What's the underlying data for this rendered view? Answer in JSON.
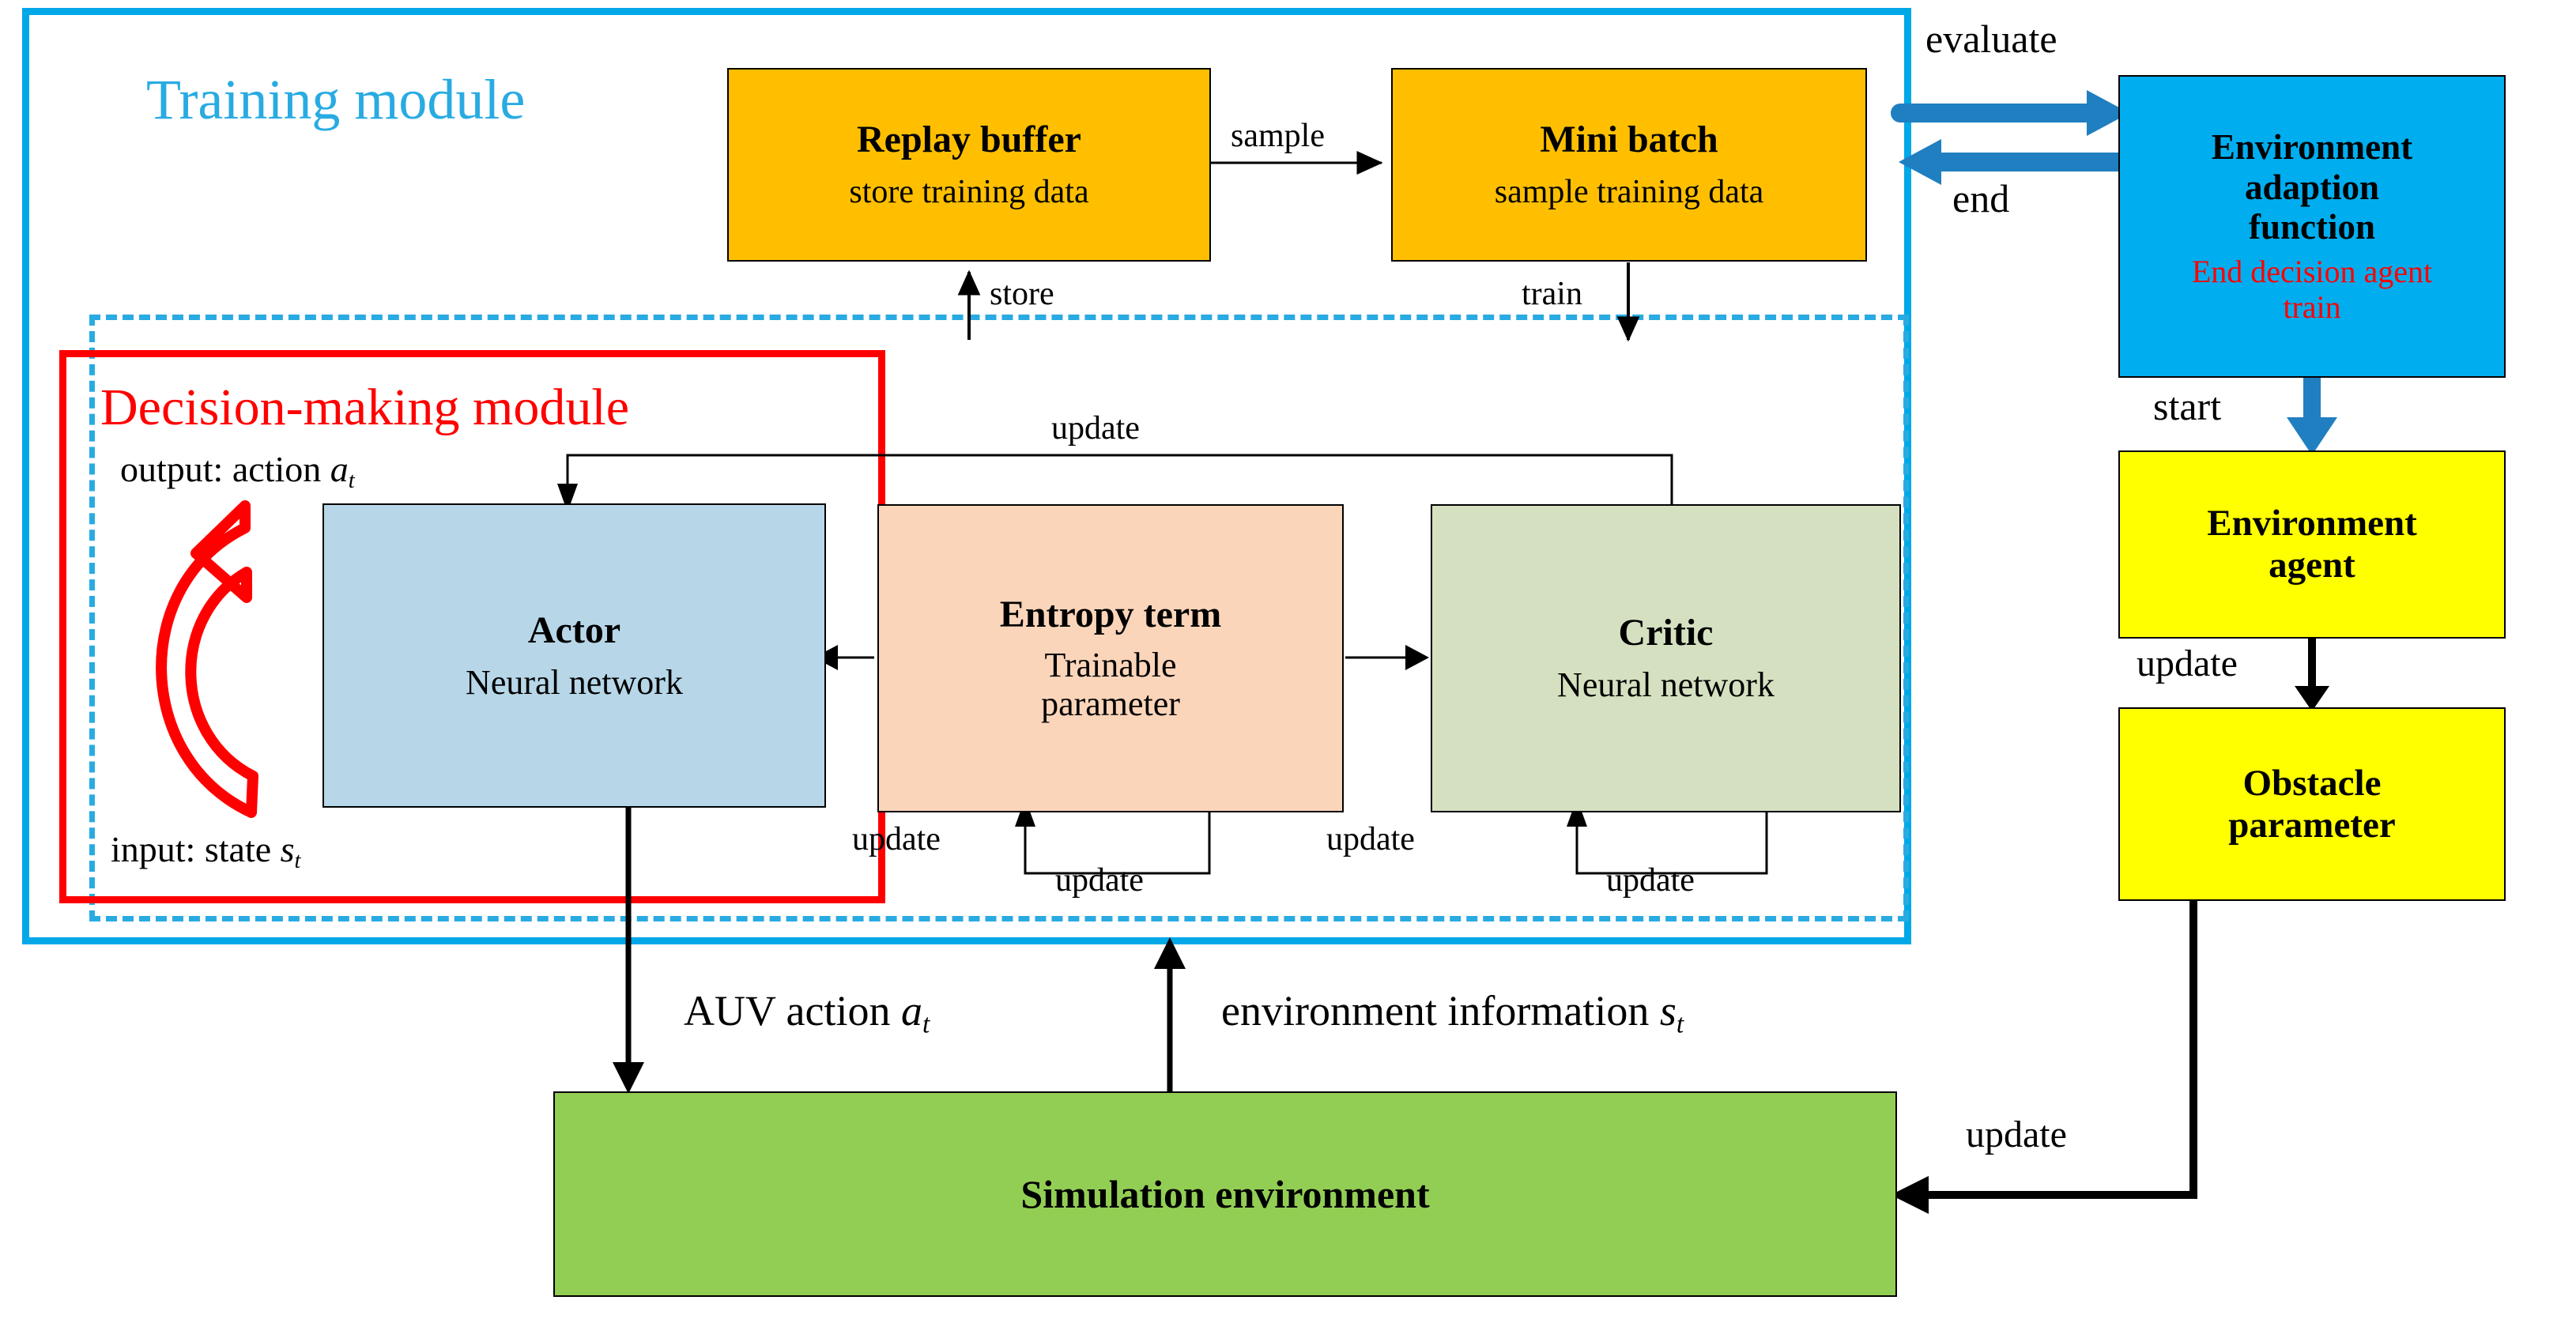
{
  "diagram": {
    "title_training_module": "Training module",
    "title_decision_module": "Decision-making module"
  },
  "boxes": {
    "replay_buffer": {
      "title": "Replay buffer",
      "subtitle": "store training data",
      "color": "#FFBF00"
    },
    "mini_batch": {
      "title": "Mini batch",
      "subtitle": "sample training data",
      "color": "#FFBF00"
    },
    "env_adaption": {
      "title_line1": "Environment",
      "title_line2": "adaption",
      "title_line3": "function",
      "note_line1": "End decision agent",
      "note_line2": "train",
      "color": "#00AEEF",
      "note_color": "#FF0000"
    },
    "env_agent": {
      "title_line1": "Environment",
      "title_line2": "agent",
      "color": "#FFFF00"
    },
    "obstacle_param": {
      "title_line1": "Obstacle",
      "title_line2": "parameter",
      "color": "#FFFF00"
    },
    "actor": {
      "title": "Actor",
      "subtitle": "Neural network",
      "color": "#B7D7E8"
    },
    "entropy": {
      "title": "Entropy term",
      "subtitle_line1": "Trainable",
      "subtitle_line2": "parameter",
      "color": "#FBD5BA"
    },
    "critic": {
      "title": "Critic",
      "subtitle": "Neural network",
      "color": "#D5E0C0"
    },
    "simulation": {
      "title": "Simulation environment",
      "color": "#93CE54"
    }
  },
  "edge_labels": {
    "sample": "sample",
    "store": "store",
    "train": "train",
    "evaluate": "evaluate",
    "end": "end",
    "start": "start",
    "update_right_agent": "update",
    "update_right_bottom": "update",
    "update_critic_to_actor": "update",
    "update_entropy_left": "update",
    "update_entropy_self": "update",
    "update_critic_left": "update",
    "update_critic_self": "update"
  },
  "annotations": {
    "output_action_prefix": "output: action ",
    "output_action_sym": "a",
    "output_action_sub": "t",
    "input_state_prefix": "input: state ",
    "input_state_sym": "s",
    "input_state_sub": "t",
    "auv_action_prefix": "AUV action ",
    "auv_action_sym": "a",
    "auv_action_sub": "t",
    "env_info_prefix": "environment information ",
    "env_info_sym": "s",
    "env_info_sub": "t"
  },
  "colors": {
    "frame_blue": "#00A8E8",
    "dashed_blue": "#29ABE2",
    "decision_red": "#FF0000",
    "arrow_blue": "#1F7FC0",
    "black": "#000000"
  }
}
